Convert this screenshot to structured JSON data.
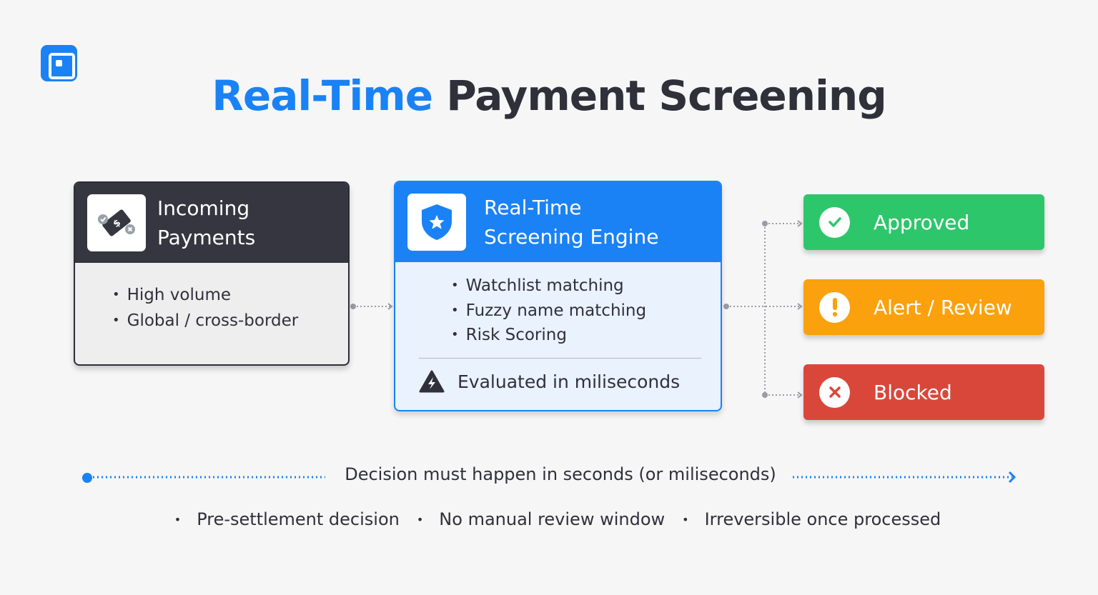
{
  "title": {
    "accent": "Real-Time",
    "rest": " Payment Screening"
  },
  "incoming": {
    "heading_line1": "Incoming",
    "heading_line2": "Payments",
    "icon": "payment-card-icon",
    "bullets": [
      "High volume",
      "Global / cross-border"
    ]
  },
  "engine": {
    "heading_line1": "Real-Time",
    "heading_line2": "Screening Engine",
    "icon": "shield-star-icon",
    "bullets": [
      "Watchlist matching",
      "Fuzzy name matching",
      "Risk Scoring"
    ],
    "footer": "Evaluated in miliseconds",
    "footer_icon": "lightning-warning-icon"
  },
  "outcomes": [
    {
      "label": "Approved",
      "icon": "check-circle-icon",
      "color": "#2ec66b"
    },
    {
      "label": "Alert / Review",
      "icon": "exclamation-circle-icon",
      "color": "#fba10d"
    },
    {
      "label": "Blocked",
      "icon": "x-circle-icon",
      "color": "#d9473b"
    }
  ],
  "timeline": {
    "text": "Decision must happen in seconds (or miliseconds)"
  },
  "notes": [
    "Pre-settlement decision",
    "No manual review window",
    "Irreversible once processed"
  ],
  "colors": {
    "accent": "#1a82f5",
    "dark": "#363641"
  }
}
